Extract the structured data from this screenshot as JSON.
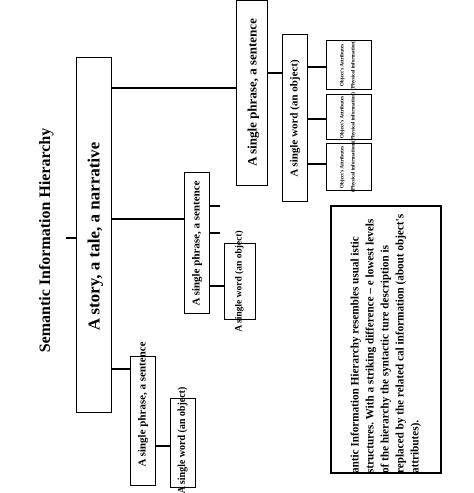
{
  "title": "Semantic Information Hierarchy",
  "root": {
    "label": "A story, a tale, a narrative"
  },
  "branches": [
    {
      "phrase": "A single phrase, a sentence",
      "word": "A single word (an object)"
    },
    {
      "phrase": "A single phrase, a sentence",
      "word": "A single word (an object)"
    },
    {
      "phrase": "A single phrase, a sentence",
      "word": "A single word (an object)"
    }
  ],
  "attributes": [
    {
      "title": "Object's Attributes",
      "detail": "(Physical information)"
    },
    {
      "title": "Object's Attributes",
      "detail": "(Physical information)"
    },
    {
      "title": "Object's Attributes",
      "detail": "(Physical information)"
    }
  ],
  "note": {
    "text": "antic Information Hierarchy resembles usual istic structures. With a striking difference – e lowest levels of the hierarchy the syntactic ture description is replaced by the related cal information (about object's attributes)."
  }
}
